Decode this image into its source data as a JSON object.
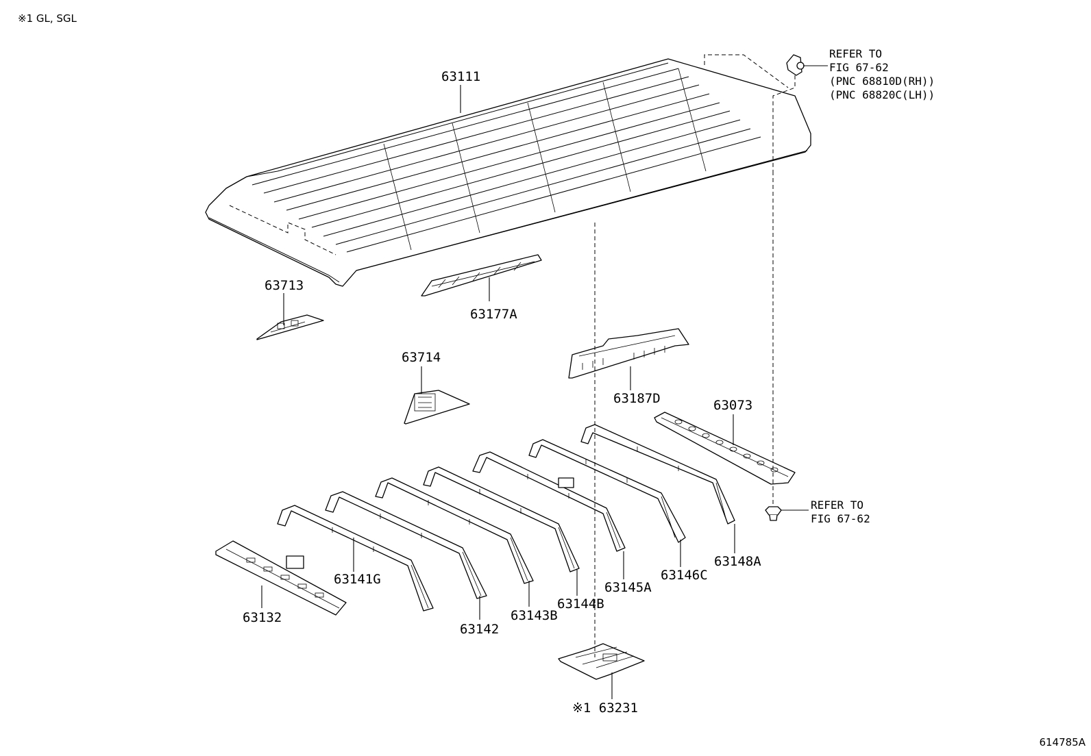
{
  "header": {
    "note": "※1 GL, SGL"
  },
  "footer": {
    "figure_id": "614785A"
  },
  "parts": [
    {
      "id": "p63111",
      "number": "63111"
    },
    {
      "id": "p63713",
      "number": "63713"
    },
    {
      "id": "p63177a",
      "number": "63177A"
    },
    {
      "id": "p63714",
      "number": "63714"
    },
    {
      "id": "p63187d",
      "number": "63187D"
    },
    {
      "id": "p63073",
      "number": "63073"
    },
    {
      "id": "p63148a",
      "number": "63148A"
    },
    {
      "id": "p63146c",
      "number": "63146C"
    },
    {
      "id": "p63145a",
      "number": "63145A"
    },
    {
      "id": "p63144b",
      "number": "63144B"
    },
    {
      "id": "p63143b",
      "number": "63143B"
    },
    {
      "id": "p63142",
      "number": "63142"
    },
    {
      "id": "p63141g",
      "number": "63141G"
    },
    {
      "id": "p63132",
      "number": "63132"
    },
    {
      "id": "p63231",
      "number": "※1 63231"
    }
  ],
  "references": {
    "top": [
      "REFER TO",
      "FIG 67-62",
      "(PNC 68810D(RH))",
      "(PNC 68820C(LH))"
    ],
    "clip": [
      "REFER TO",
      "FIG 67-62"
    ]
  }
}
